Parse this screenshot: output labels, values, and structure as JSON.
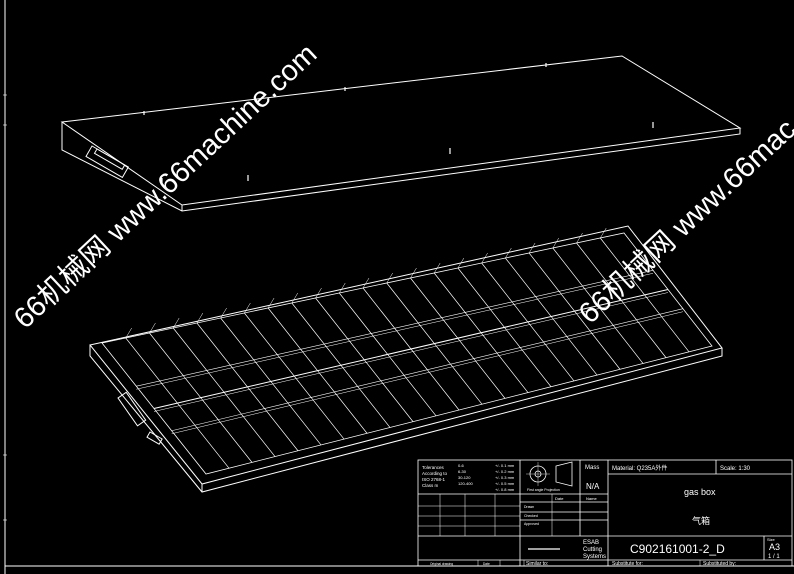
{
  "watermarks": [
    "66机械网 www.66machine.com",
    "66机械网 www.66mac"
  ],
  "title_block": {
    "tolerances": {
      "heading_lines": [
        "Tolerances",
        "According to",
        "ISO 2768-1",
        "Class m"
      ],
      "rows": [
        {
          "range": "0-6",
          "value": "+/- 0.1 mm"
        },
        {
          "range": "6-30",
          "value": "+/- 0.2 mm"
        },
        {
          "range": "30-120",
          "value": "+/- 0.3 mm"
        },
        {
          "range": "120-400",
          "value": "+/- 0.5 mm"
        },
        {
          "range": "",
          "value": "+/- 0.8 mm"
        }
      ]
    },
    "projection_label": "First angle Projection",
    "mass_label": "Mass",
    "mass_value": "N/A",
    "material_label": "Material: Q235A外件",
    "scale_label": "Scale: 1:30",
    "title_en": "gas box",
    "title_cn": "气箱",
    "date_label": "Date",
    "name_label": "Name",
    "sign_rows": [
      "Drawn",
      "Checked",
      "Approved"
    ],
    "company": [
      "ESAB",
      "Cutting",
      "Systems"
    ],
    "drawing_number": "C902161001-2_D",
    "size_label": "Size",
    "size_value": "A3",
    "sheet": "1 / 1",
    "bottom": {
      "drawing_ref": "Original drawing",
      "date": "Date",
      "similar_to": "Similar to:",
      "substitute_for": "Substitute for:",
      "substituted_by": "Substituted by:"
    }
  }
}
